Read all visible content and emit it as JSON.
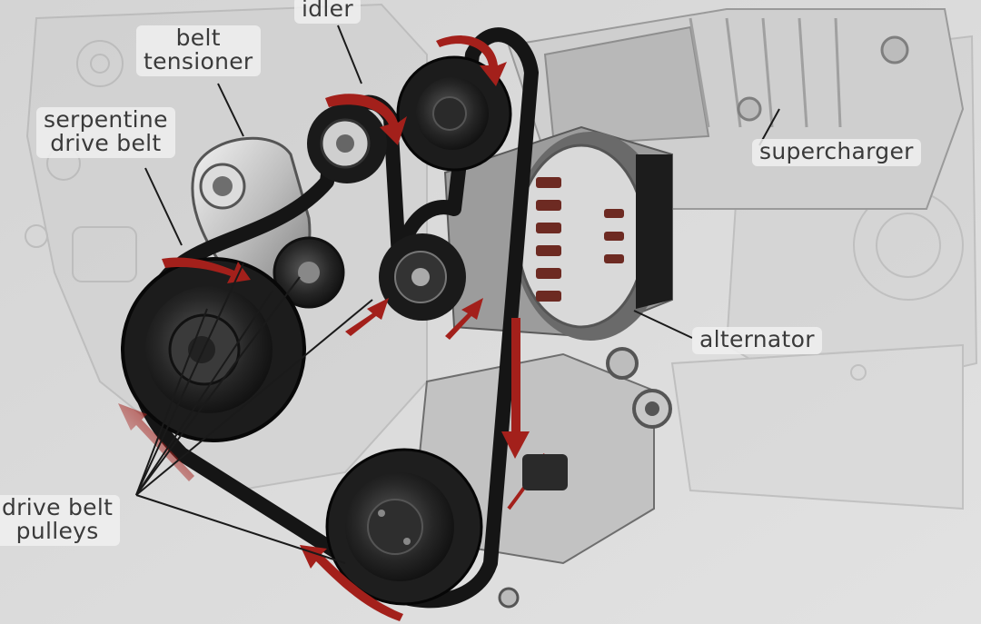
{
  "labels": {
    "idler": "idler",
    "belt_tensioner": [
      "belt",
      "tensioner"
    ],
    "serpentine_drive_belt": [
      "serpentine",
      "drive belt"
    ],
    "supercharger": "supercharger",
    "alternator": "alternator",
    "drive_belt_pulleys": [
      "drive belt",
      "pulleys"
    ]
  },
  "colors": {
    "background": "#d8d8d8",
    "belt": "#151515",
    "pulley": "#2a2a2a",
    "metal": "#bdbdbd",
    "arrow": "#a3201b",
    "label_text": "#3a3a3a"
  }
}
